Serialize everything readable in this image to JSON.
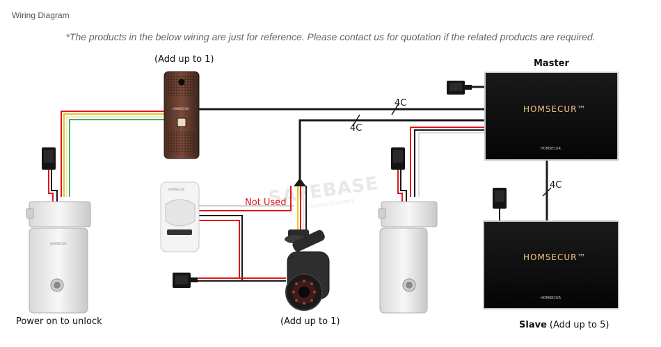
{
  "header": {
    "section_title": "Wiring Diagram",
    "disclaimer": "*The products in the below wiring are just for reference. Please contact us for quotation if the related products are required."
  },
  "labels": {
    "doorbell_limit": "(Add up to 1)",
    "master": "Master",
    "wire_4c_top": "4C",
    "wire_4c_mid": "4C",
    "wire_4c_right": "4C",
    "not_used": "Not Used",
    "power_unlock": "Power on to unlock",
    "camera_limit": "(Add up to 1)",
    "slave": "Slave",
    "slave_limit": "(Add up to 5)"
  },
  "watermark": {
    "main": "SAFEBASE",
    "sub": "Wireless Doorbell"
  },
  "devices": {
    "monitor_brand": "HOMSECUR",
    "monitor_brand_tm": "™",
    "monitor_sub": "HOMSECUR",
    "doorbell_brand": "HOMSECUR",
    "lock_brand": "HOMSECUR",
    "pir_brand": "HOMSECUR"
  },
  "colors": {
    "cable_black": "#1a1a1a",
    "wire_red": "#e0151b",
    "wire_yellow": "#f0c419",
    "wire_green": "#4caf50",
    "wire_white": "#f5f5f5",
    "monitor_text": "#f1c68a",
    "not_used_text": "#d9161b"
  }
}
